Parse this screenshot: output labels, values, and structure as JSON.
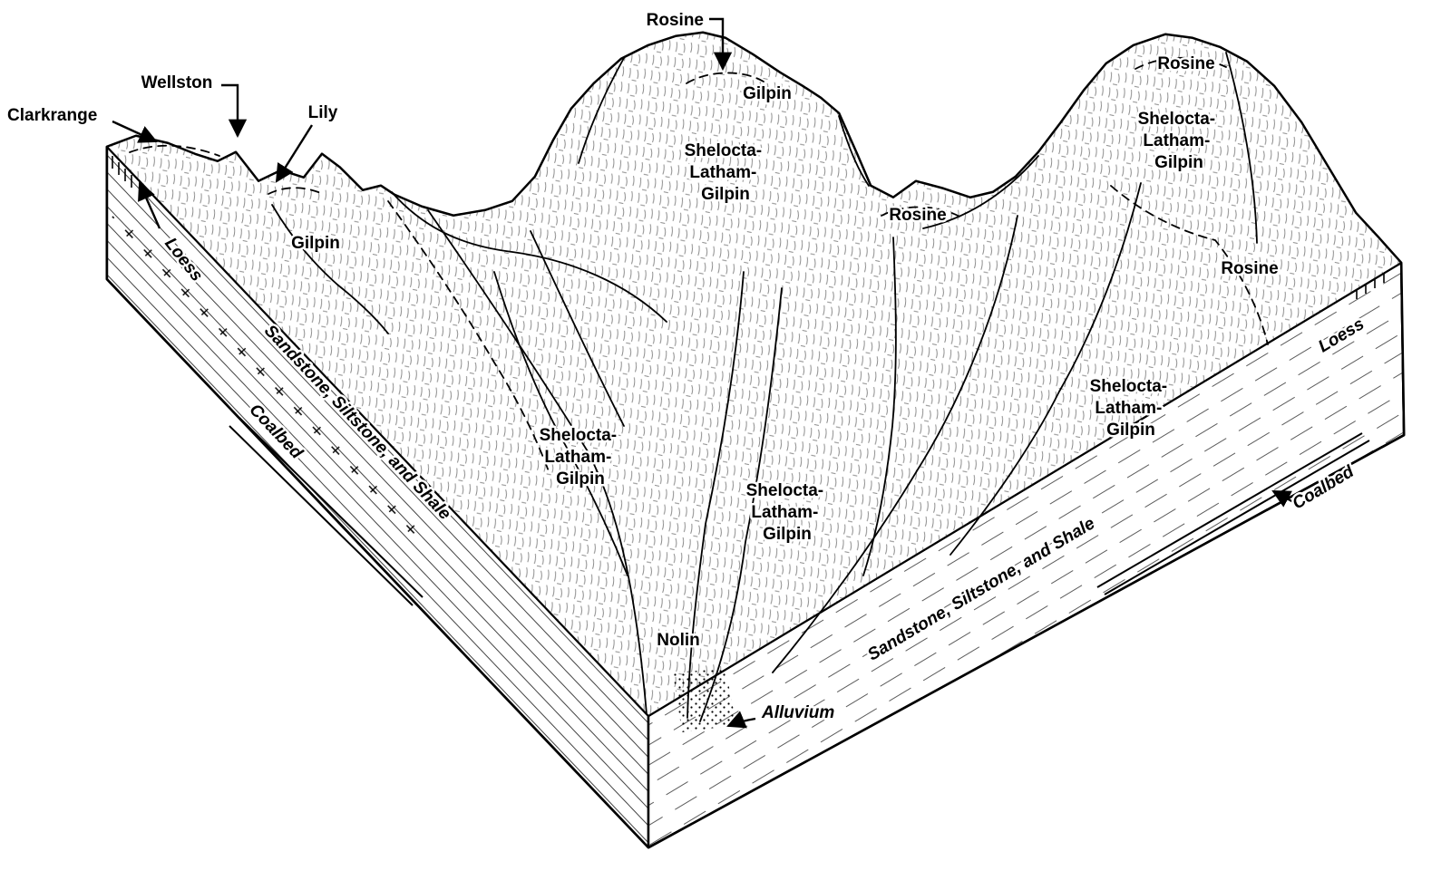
{
  "figure": {
    "type": "soil-landscape-block-diagram",
    "colors": {
      "ink": "#000000",
      "paper": "#ffffff"
    },
    "labels": {
      "clarkrange": "Clarkrange",
      "wellston": "Wellston",
      "lily": "Lily",
      "gilpin": "Gilpin",
      "rosine": "Rosine",
      "nolin": "Nolin",
      "alluvium": "Alluvium",
      "loess": "Loess",
      "coalbed": "Coalbed",
      "strata": "Sandstone, Siltstone, and Shale",
      "shelocta_line1": "Shelocta-",
      "shelocta_line2": "Latham-",
      "shelocta_line3": "Gilpin"
    }
  }
}
